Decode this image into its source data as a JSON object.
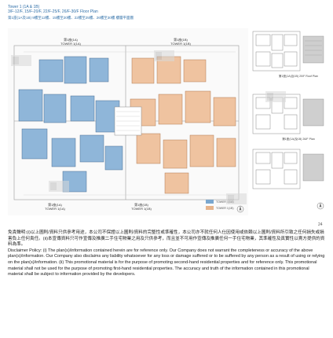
{
  "header": {
    "tower_line": "Tower 1 (1A & 1B)",
    "floors_line": "3/F-12/F, 15/F-20/F, 22/F-25/F, 26/F-30/F Floor Plan",
    "floor_plan_label": "第1座(1A及1B) 9樓至12樓、15樓至20樓、22樓至25樓、26樓至30樓 樓層平面圖"
  },
  "plan": {
    "tower_labels": [
      "第1座(1A)",
      "TOWER 1(1A)",
      "第1座(1B)",
      "TOWER 1(1B)"
    ],
    "legend": [
      {
        "label": "TOWER 1(1A)",
        "color": "#7aa7cf"
      },
      {
        "label": "TOWER 1(1B)",
        "color": "#e6b48c"
      }
    ]
  },
  "side_plans": {
    "plan1_caption": "第1座(1A)及1B) 20/F Roof Plan",
    "plan2_caption": "第1座(1A)及1B) 26/F Plan"
  },
  "page_number": "24",
  "disclaimer": {
    "zh": "免責聲明:(i)以上圖則/資料只供參考用途，本公司不保證以上圖則/資料的完整性或準確性，本公司亦不就任何人仕因使用或依賴以上圖則/資料所引致之任何損失或損害負上任何責任。(ii)本宣傳資料只可作宣傳及推廣二手住宅物業之用及只供參考，而且並不可用作宣傳及推廣任何一手住宅物業，其準確性及真實性以賣方提供的資料為準。",
    "en": "Disclaimer Policy: (i) The plan(s)/information contained herein are for reference only. Our Company does not warrant the completeness or accuracy of the above plan(s)/information. Our Company also disclaims any liability whatsoever for any loss or damage suffered or to be suffered by any person as a result of using or relying on the plan(s)/information. (ii) This promotional material is for the purpose of promoting second-hand residential properties and for reference only. This promotional material shall not be used for the purpose of promoting first-hand residential properties. The accuracy and truth of the information contained in this promotional material shall be subject to information provided by the developers."
  }
}
